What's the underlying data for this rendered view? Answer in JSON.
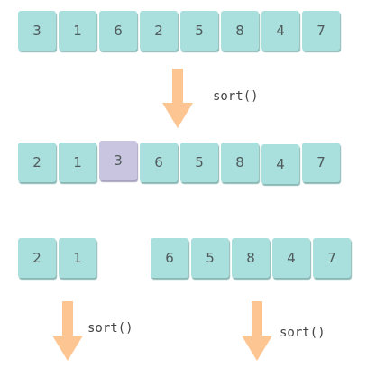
{
  "accent_color": "#a9dfdc",
  "pivot_color": "#c9c4df",
  "arrow_color": "#fcc592",
  "row1": [
    "3",
    "1",
    "6",
    "2",
    "5",
    "8",
    "4",
    "7"
  ],
  "row2": [
    "2",
    "1",
    "3",
    "6",
    "5",
    "8",
    "4",
    "7"
  ],
  "pivot_value": "3",
  "left_partition": [
    "2",
    "1"
  ],
  "right_partition": [
    "6",
    "5",
    "8",
    "4",
    "7"
  ],
  "labels": {
    "sort_top": "sort()",
    "sort_left": "sort()",
    "sort_right": "sort()"
  }
}
